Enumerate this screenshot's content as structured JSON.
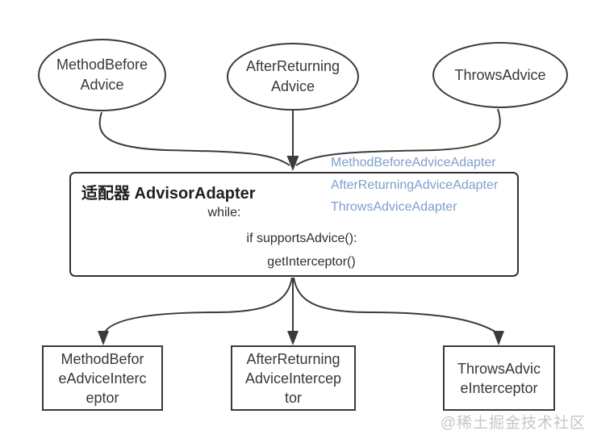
{
  "diagram": {
    "colors": {
      "stroke": "#3b3b3b",
      "adapter_label_blue": "#7e9fcb",
      "watermark_gray": "#c7c7c7"
    },
    "top_ellipses": [
      {
        "lines": [
          "MethodBefore",
          "Advice"
        ]
      },
      {
        "lines": [
          "AfterReturning",
          "Advice"
        ]
      },
      {
        "lines": [
          "ThrowsAdvice"
        ]
      }
    ],
    "adapter_box": {
      "title": "适配器 AdvisorAdapter",
      "code_lines": [
        "while:",
        "if supportsAdvice():",
        "getInterceptor()"
      ]
    },
    "adapter_labels": [
      "MethodBeforeAdviceAdapter",
      "AfterReturningAdviceAdapter",
      "ThrowsAdviceAdapter"
    ],
    "bottom_boxes": [
      {
        "lines": [
          "MethodBefor",
          "eAdviceInterc",
          "eptor"
        ]
      },
      {
        "lines": [
          "AfterReturning",
          "AdviceIntercep",
          "tor"
        ]
      },
      {
        "lines": [
          "ThrowsAdvic",
          "eInterceptor"
        ]
      }
    ],
    "watermark": "@稀土掘金技术社区"
  }
}
